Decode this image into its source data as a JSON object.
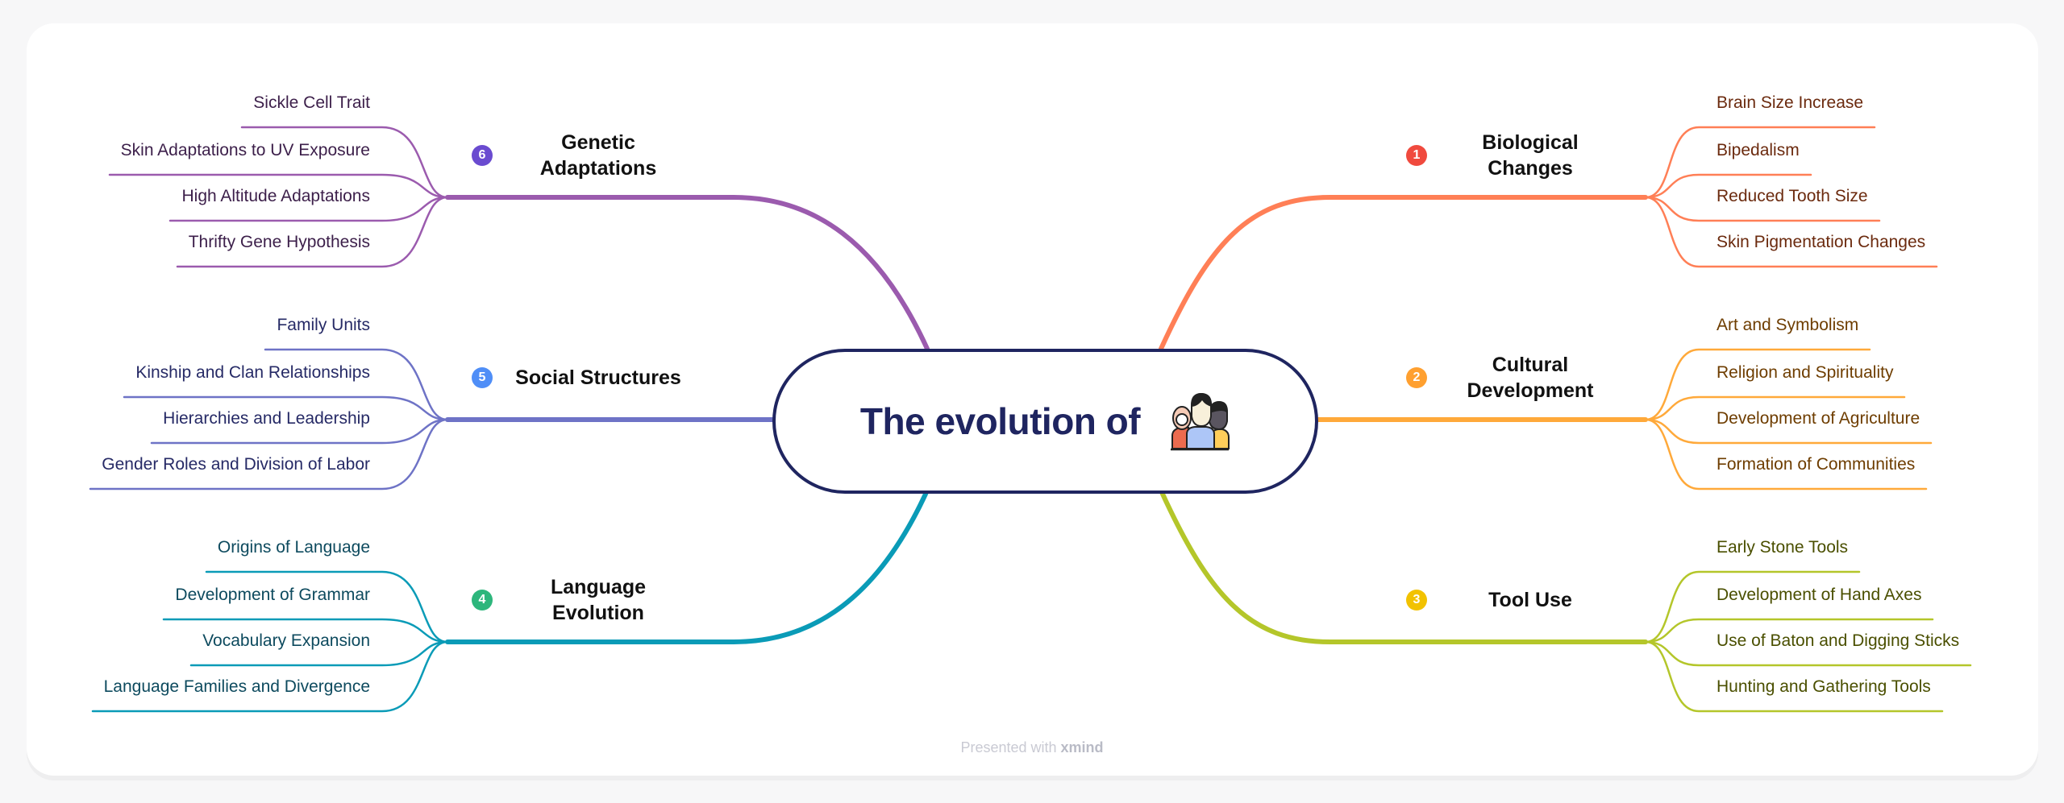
{
  "central": {
    "title": "The evolution of",
    "icon": "people-group-icon"
  },
  "topics": [
    {
      "id": "biological",
      "badge": "1",
      "title_lines": [
        "Biological",
        "Changes"
      ],
      "color": "#FF7F56",
      "badge_color": "#F04A3E",
      "text_color": "#6B2A0E",
      "side": "right",
      "subtopics": [
        "Brain Size Increase",
        "Bipedalism",
        "Reduced Tooth Size",
        "Skin Pigmentation Changes"
      ]
    },
    {
      "id": "cultural",
      "badge": "2",
      "title_lines": [
        "Cultural",
        "Development"
      ],
      "color": "#FFA93A",
      "badge_color": "#FFA030",
      "text_color": "#6E3D00",
      "side": "right",
      "subtopics": [
        "Art and Symbolism",
        "Religion and Spirituality",
        "Development of Agriculture",
        "Formation of Communities"
      ]
    },
    {
      "id": "tool",
      "badge": "3",
      "title_lines": [
        "Tool Use"
      ],
      "color": "#B4C62A",
      "badge_color": "#F2C200",
      "text_color": "#4A4F00",
      "side": "right",
      "subtopics": [
        "Early Stone Tools",
        "Development of Hand Axes",
        "Use of Baton and Digging Sticks",
        "Hunting and Gathering Tools"
      ]
    },
    {
      "id": "language",
      "badge": "4",
      "title_lines": [
        "Language",
        "Evolution"
      ],
      "color": "#0A9BB7",
      "badge_color": "#2DB67C",
      "text_color": "#0D4A5E",
      "side": "left",
      "subtopics": [
        "Origins of Language",
        "Development of Grammar",
        "Vocabulary Expansion",
        "Language Families and Divergence"
      ]
    },
    {
      "id": "social",
      "badge": "5",
      "title_lines": [
        "Social Structures"
      ],
      "color": "#6E73C6",
      "badge_color": "#4F8EF7",
      "text_color": "#262A66",
      "side": "left",
      "subtopics": [
        "Family Units",
        "Kinship and Clan Relationships",
        "Hierarchies and Leadership",
        "Gender Roles and Division of Labor"
      ]
    },
    {
      "id": "genetic",
      "badge": "6",
      "title_lines": [
        "Genetic",
        "Adaptations"
      ],
      "color": "#9B5BAE",
      "badge_color": "#6A4BD0",
      "text_color": "#3C1F4A",
      "side": "left",
      "subtopics": [
        "Sickle Cell Trait",
        "Skin Adaptations to UV Exposure",
        "High Altitude Adaptations",
        "Thrifty Gene Hypothesis"
      ]
    }
  ],
  "footer": {
    "prefix": "Presented with",
    "brand": "xmind"
  }
}
